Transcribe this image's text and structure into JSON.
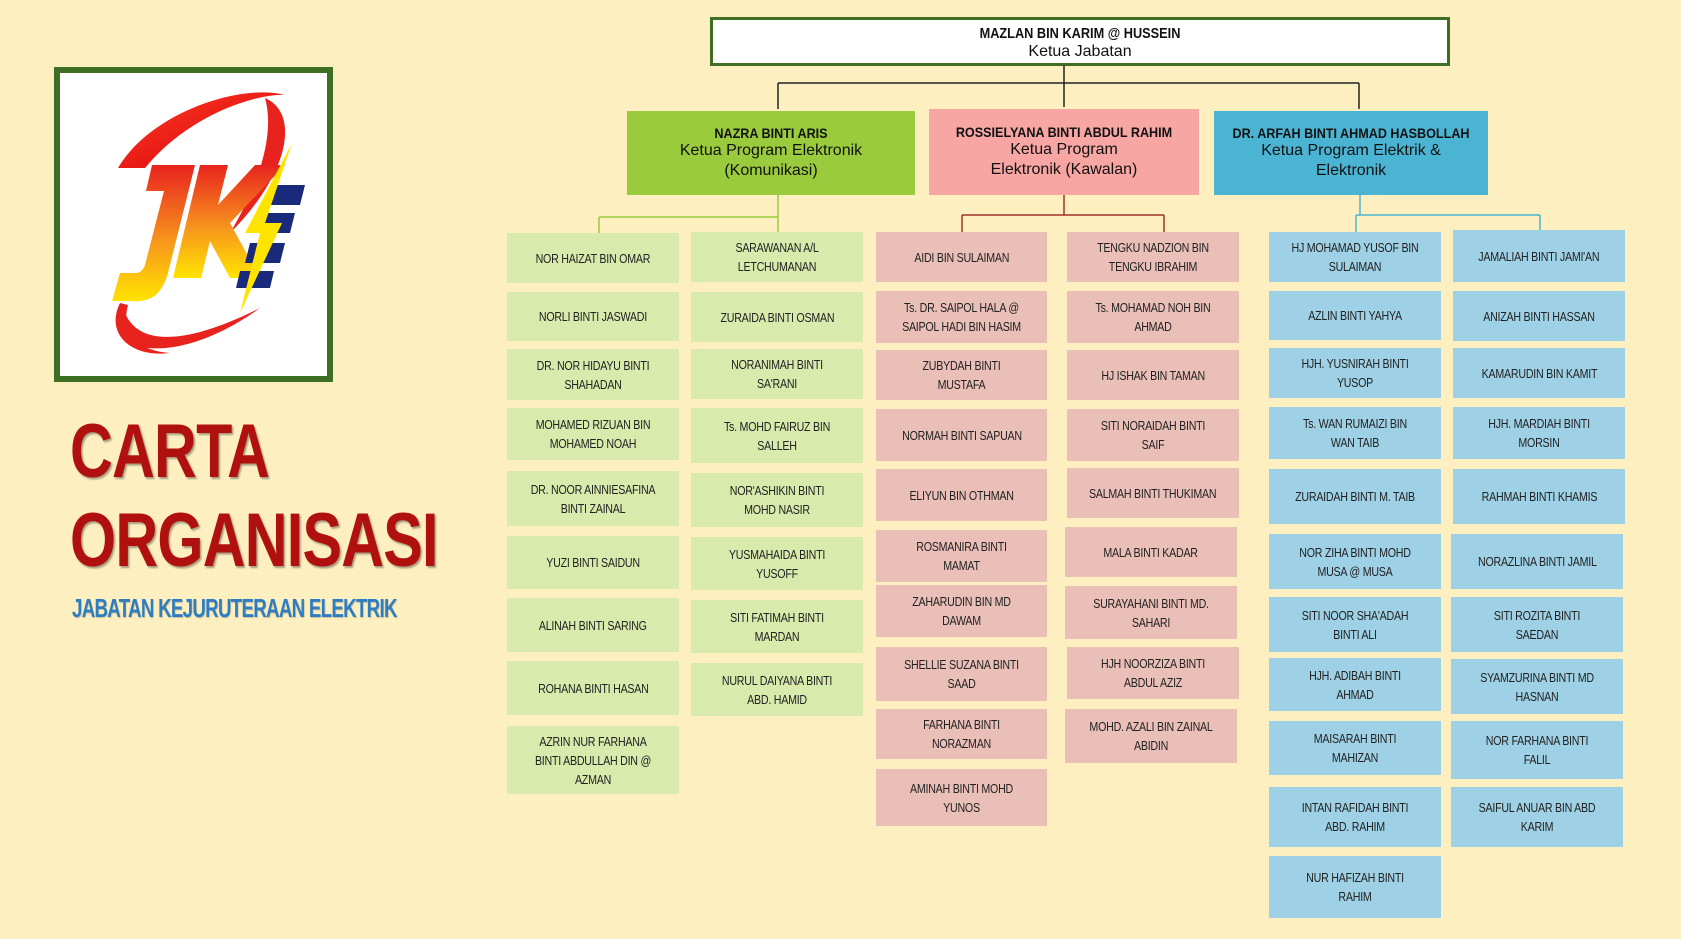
{
  "title": {
    "line1": "CARTA",
    "line2": "ORGANISASI",
    "subtitle": "JABATAN KEJURUTERAAN ELEKTRIK"
  },
  "logo": {
    "icon": "jke-logo-icon"
  },
  "head": {
    "name": "MAZLAN BIN KARIM @ HUSSEIN",
    "role": "Ketua Jabatan"
  },
  "programs": [
    {
      "name": "NAZRA BINTI ARIS",
      "role": "Ketua Program Elektronik (Komunikasi)",
      "color": "#9acb3c"
    },
    {
      "name": "ROSSIELYANA BINTI ABDUL RAHIM",
      "role": "Ketua Program Elektronik (Kawalan)",
      "color": "#f7a6a3"
    },
    {
      "name": "DR. ARFAH BINTI AHMAD HASBOLLAH",
      "role": "Ketua Program Elektrik & Elektronik",
      "color": "#4bb4d3"
    }
  ],
  "staff": {
    "green_col1": [
      "NOR HAIZAT BIN OMAR",
      "NORLI BINTI JASWADI",
      "DR. NOR HIDAYU BINTI SHAHADAN",
      "MOHAMED RIZUAN BIN MOHAMED NOAH",
      "DR. NOOR AINNIESAFINA BINTI ZAINAL",
      "YUZI BINTI SAIDUN",
      "ALINAH BINTI SARING",
      "ROHANA BINTI HASAN",
      "AZRIN NUR FARHANA BINTI ABDULLAH DIN @ AZMAN"
    ],
    "green_col2": [
      "SARAWANAN A/L LETCHUMANAN",
      "ZURAIDA BINTI OSMAN",
      "NORANIMAH BINTI SA'RANI",
      "Ts. MOHD FAIRUZ BIN SALLEH",
      "NOR'ASHIKIN BINTI MOHD NASIR",
      "YUSMAHAIDA BINTI YUSOFF",
      "SITI FATIMAH BINTI MARDAN",
      "NURUL DAIYANA BINTI ABD. HAMID"
    ],
    "pink_col1": [
      "AIDI BIN SULAIMAN",
      "Ts. DR. SAIPOL HALA @ SAIPOL HADI BIN HASIM",
      "ZUBYDAH BINTI MUSTAFA",
      "NORMAH BINTI SAPUAN",
      "ELIYUN BIN OTHMAN",
      "ROSMANIRA BINTI MAMAT",
      "ZAHARUDIN BIN MD DAWAM",
      "SHELLIE SUZANA BINTI SAAD",
      "FARHANA BINTI NORAZMAN",
      "AMINAH BINTI MOHD YUNOS"
    ],
    "pink_col2": [
      "TENGKU NADZION BIN TENGKU IBRAHIM",
      "Ts. MOHAMAD NOH BIN AHMAD",
      "HJ ISHAK BIN TAMAN",
      "SITI NORAIDAH BINTI SAIF",
      "SALMAH BINTI THUKIMAN",
      "MALA BINTI KADAR",
      "SURAYAHANI BINTI MD. SAHARI",
      "HJH NOORZIZA BINTI ABDUL AZIZ",
      "MOHD. AZALI BIN ZAINAL ABIDIN"
    ],
    "blue_col1": [
      "HJ MOHAMAD YUSOF BIN SULAIMAN",
      "AZLIN BINTI YAHYA",
      "HJH. YUSNIRAH BINTI YUSOP",
      "Ts. WAN RUMAIZI BIN WAN TAIB",
      "ZURAIDAH BINTI M. TAIB",
      "NOR ZIHA BINTI MOHD MUSA @ MUSA",
      "SITI NOOR SHA'ADAH BINTI ALI",
      "HJH. ADIBAH BINTI AHMAD",
      "MAISARAH BINTI MAHIZAN",
      "INTAN RAFIDAH BINTI ABD. RAHIM",
      "NUR HAFIZAH BINTI RAHIM"
    ],
    "blue_col2": [
      "JAMALIAH BINTI JAMI'AN",
      "ANIZAH BINTI HASSAN",
      "KAMARUDIN BIN KAMIT",
      "HJH. MARDIAH BINTI MORSIN",
      "RAHMAH BINTI KHAMIS",
      "NORAZLINA BINTI JAMIL",
      "SITI ROZITA BINTI SAEDAN",
      "SYAMZURINA BINTI MD HASNAN",
      "NOR FARHANA BINTI FALIL",
      "SAIFUL ANUAR BIN ABD KARIM"
    ]
  },
  "colors": {
    "background": "#fdefc0",
    "green_node": "#d9eaad",
    "pink_node": "#eabfb7",
    "blue_node": "#9ed1e6",
    "title_red": "#b0100e",
    "subtitle_blue": "#2e7dc0"
  }
}
